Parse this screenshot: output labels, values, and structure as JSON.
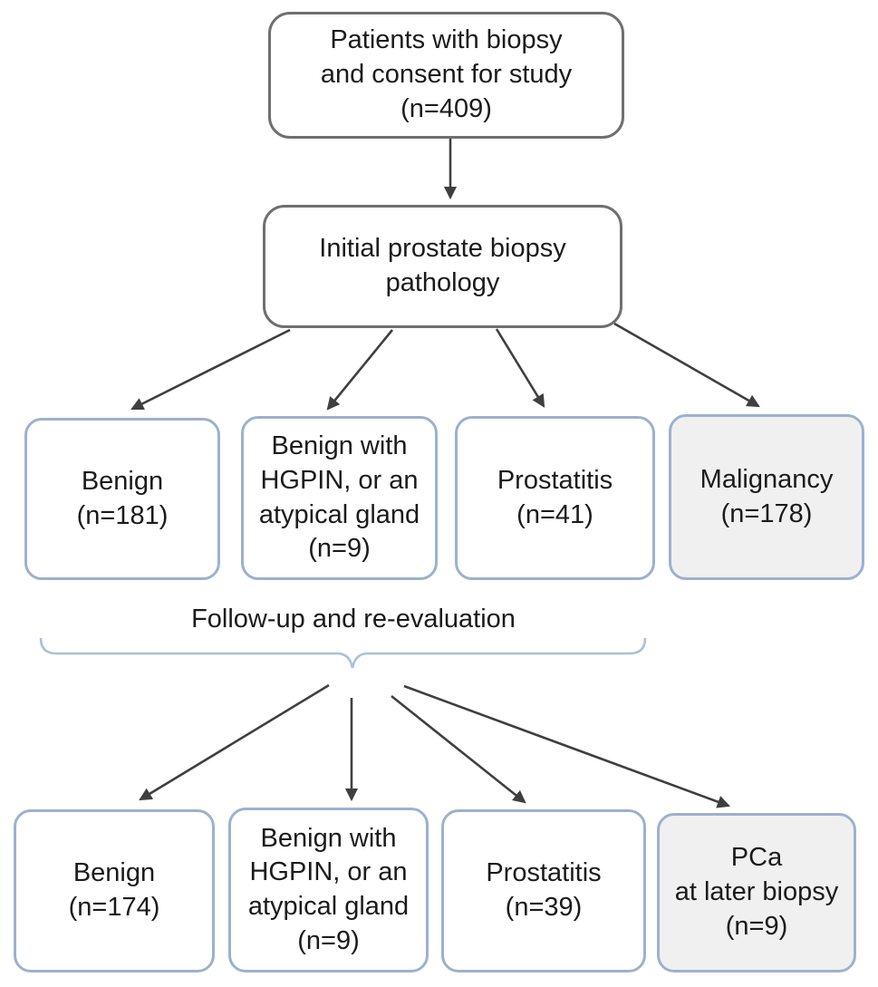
{
  "colors": {
    "gray_border": "#6f6f6f",
    "blue_border": "#9db1cd",
    "gray_fill": "#f0f0f1",
    "arrow": "#3f3f3f",
    "brace": "#a9c1da",
    "text": "#1b1b1b"
  },
  "nodes": {
    "patients": {
      "label": "Patients with biopsy\nand consent for study\n(n=409)"
    },
    "pathology": {
      "label": "Initial prostate biopsy\npathology"
    },
    "benign_initial": {
      "label": "Benign\n(n=181)"
    },
    "hgpin_initial": {
      "label": "Benign with\nHGPIN, or an\natypical gland\n(n=9)"
    },
    "prostatitis_initial": {
      "label": "Prostatitis\n(n=41)"
    },
    "malignancy": {
      "label": "Malignancy\n(n=178)"
    },
    "benign_followup": {
      "label": "Benign\n(n=174)"
    },
    "hgpin_followup": {
      "label": "Benign with\nHGPIN, or an\natypical gland\n(n=9)"
    },
    "prostatitis_followup": {
      "label": "Prostatitis\n(n=39)"
    },
    "pca": {
      "label": "PCa\nat later biopsy\n(n=9)"
    }
  },
  "followup": {
    "label": "Follow-up and re-evaluation",
    "brace_spans": [
      "benign_initial",
      "hgpin_initial",
      "prostatitis_initial"
    ]
  },
  "edges": [
    {
      "from": "patients",
      "to": "pathology"
    },
    {
      "from": "pathology",
      "to": "benign_initial"
    },
    {
      "from": "pathology",
      "to": "hgpin_initial"
    },
    {
      "from": "pathology",
      "to": "prostatitis_initial"
    },
    {
      "from": "pathology",
      "to": "malignancy"
    },
    {
      "from": "followup",
      "to": "benign_followup"
    },
    {
      "from": "followup",
      "to": "hgpin_followup"
    },
    {
      "from": "followup",
      "to": "prostatitis_followup"
    },
    {
      "from": "followup",
      "to": "pca"
    }
  ]
}
